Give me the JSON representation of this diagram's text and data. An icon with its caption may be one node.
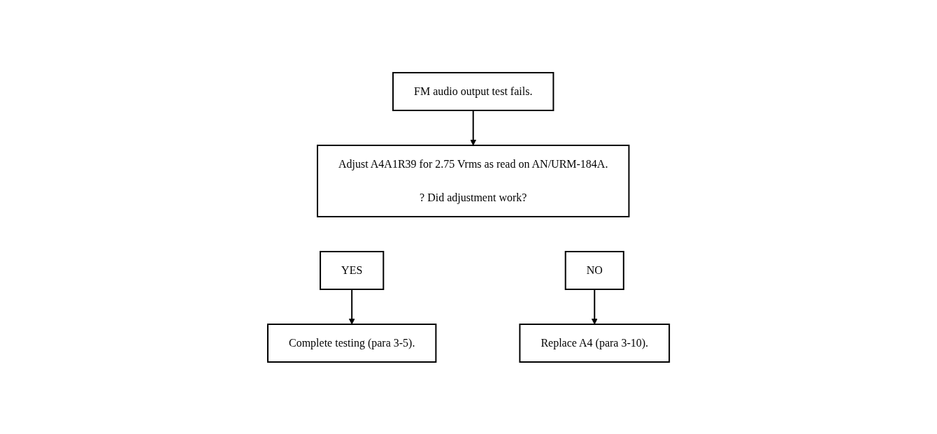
{
  "diagram": {
    "nodes": [
      {
        "text": [
          "FM audio output test fails."
        ]
      },
      {
        "text": [
          "Adjust A4A1R39 for 2.75 Vrms as read on AN/URM-184A.",
          "? Did adjustment work?"
        ]
      },
      {
        "text": [
          "YES"
        ]
      },
      {
        "text": [
          "NO"
        ]
      },
      {
        "text": [
          "Complete testing (para 3-5)."
        ]
      },
      {
        "text": [
          "Replace A4 (para 3-10)."
        ]
      }
    ],
    "edges": [
      {
        "from": 0,
        "to": 1,
        "arrow": "to"
      },
      {
        "from": 2,
        "to": 4,
        "arrow": "to"
      },
      {
        "from": 3,
        "to": 5,
        "arrow": "to"
      }
    ]
  }
}
